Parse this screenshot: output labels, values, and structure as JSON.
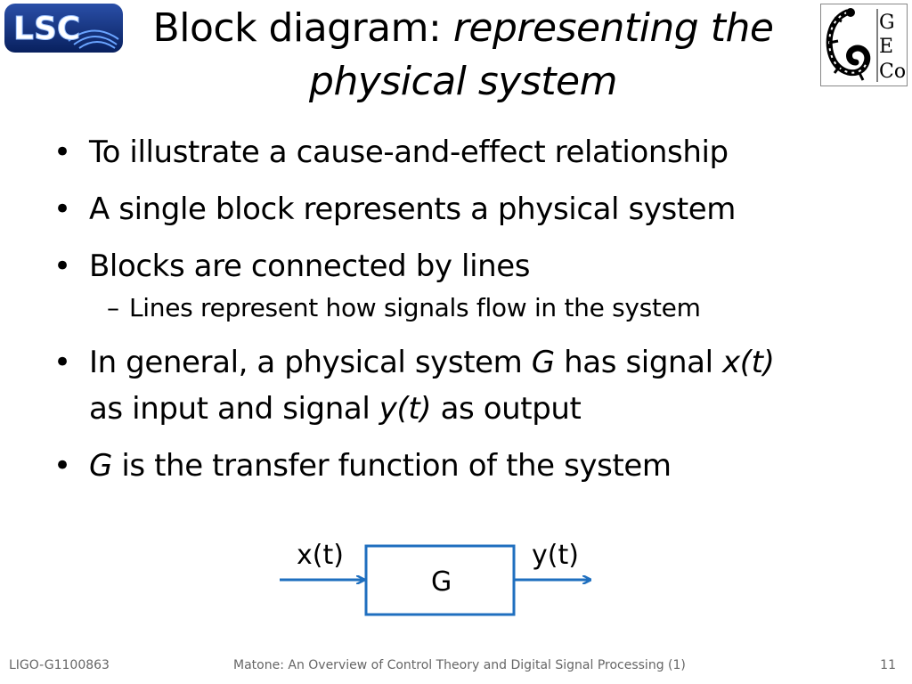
{
  "header": {
    "title_plain": "Block diagram: ",
    "title_italic_1": "representing the",
    "title_italic_2": "physical system",
    "left_logo": {
      "text": "LSC",
      "icon": "lsc-logo-icon",
      "bg": "#0a2a7a",
      "accent": "#7fb2ff"
    },
    "right_logo": {
      "letters": [
        "G",
        "E",
        "Co"
      ],
      "icon": "gecko-logo-icon"
    }
  },
  "bullets": [
    {
      "text": "To illustrate a cause-and-effect relationship"
    },
    {
      "text": "A single block represents a physical system"
    },
    {
      "text": "Blocks are connected by lines"
    },
    {
      "sub": "Lines represent how signals flow in the system"
    },
    {
      "p1": "In general, a physical system ",
      "g": "G",
      "p2": " has signal ",
      "x": "x(t)",
      "p3": "as input and signal ",
      "y": "y(t)",
      "p4": " as output"
    },
    {
      "g": "G",
      "rest": " is the transfer function of the system"
    }
  ],
  "bullet_glyph": "•",
  "dash_glyph": "–",
  "diagram": {
    "input_label": "x(t)",
    "block_label": "G",
    "output_label": "y(t)",
    "line_color": "#1f6fbf"
  },
  "footer": {
    "left": "LIGO-G1100863",
    "center": "Matone: An Overview of Control Theory and Digital Signal Processing (1)",
    "page": "11"
  }
}
